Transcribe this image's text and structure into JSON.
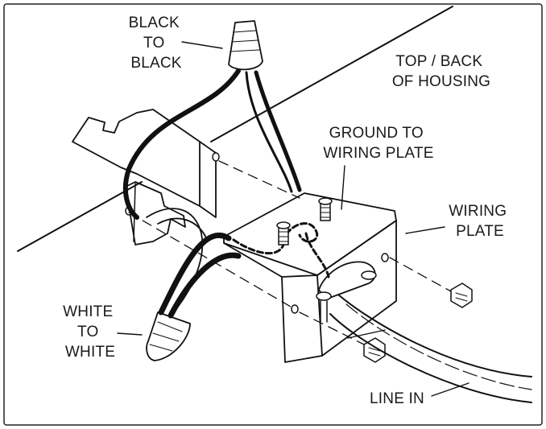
{
  "labels": {
    "black_to_black": [
      "BLACK",
      "TO",
      "BLACK"
    ],
    "top_back_housing": [
      "TOP / BACK",
      "OF HOUSING"
    ],
    "ground_to_plate": [
      "GROUND TO",
      "WIRING PLATE"
    ],
    "wiring_plate": [
      "WIRING",
      "PLATE"
    ],
    "white_to_white": [
      "WHITE",
      "TO",
      "WHITE"
    ],
    "line_in": "LINE IN"
  },
  "colors": {
    "ink": "#111111",
    "housing_fill": "#e6e6e6",
    "plate_fill": "#f2f2f2"
  },
  "icons": [
    "wire-nut-icon",
    "screw-icon",
    "cable-clamp-icon"
  ]
}
